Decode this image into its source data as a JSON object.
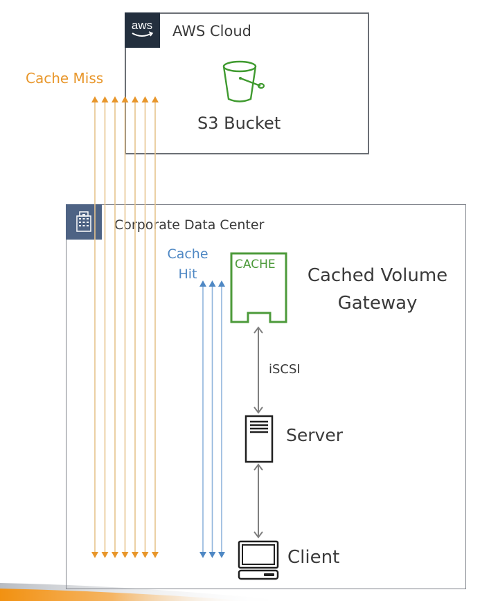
{
  "aws_cloud": {
    "title": "AWS Cloud",
    "badge_icon": "aws-logo-icon",
    "badge_text": "aws",
    "bucket": {
      "label": "S3 Bucket",
      "icon": "s3-bucket-icon",
      "color": "#3f9a2f"
    }
  },
  "corporate_data_center": {
    "title": "Corporate Data Center",
    "badge_icon": "building-icon",
    "gateway": {
      "label_lines": [
        "Cached Volume",
        "Gateway"
      ],
      "cache_label": "CACHE",
      "color": "#4c9a3a"
    },
    "protocol_label": "iSCSI",
    "server": {
      "label": "Server",
      "icon": "server-icon"
    },
    "client": {
      "label": "Client",
      "icon": "desktop-computer-icon"
    }
  },
  "flows": {
    "cache_miss": {
      "label": "Cache Miss",
      "color": "#e8962a",
      "arrow_count": 7
    },
    "cache_hit": {
      "label_lines": [
        "Cache",
        "Hit"
      ],
      "color": "#4f88c4",
      "arrow_count": 3
    }
  },
  "colors": {
    "box_border": "#6b6f75",
    "aws_badge": "#232f3e",
    "corp_badge": "#4e6384",
    "connector": "#7f7f7f",
    "accent": "#f29111"
  }
}
